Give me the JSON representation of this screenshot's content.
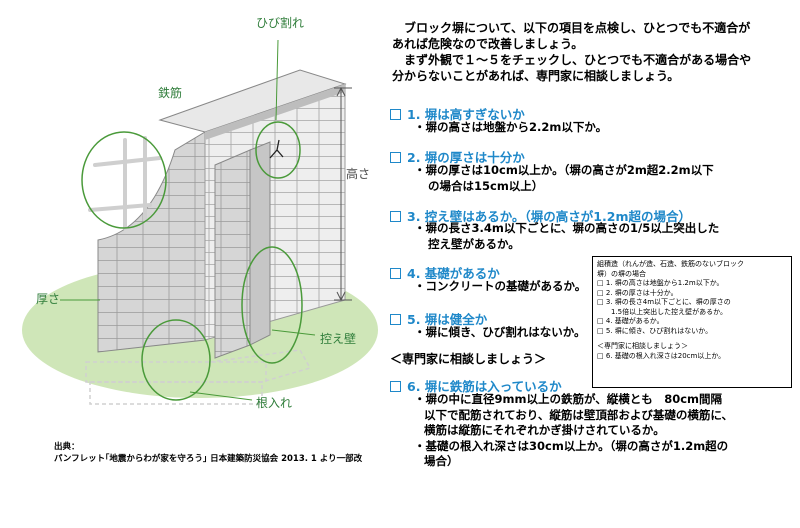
{
  "illustration": {
    "labels": {
      "rebar": "鉄筋",
      "crack": "ひび割れ",
      "height": "高さ",
      "thickness": "厚さ",
      "buttress": "控え壁",
      "embedment": "根入れ"
    }
  },
  "intro": {
    "line1": "ブロック塀について、以下の項目を点検し、ひとつでも不適合が",
    "line2": "あれば危険なので改善しましょう。",
    "line3": "まず外観で１～５をチェックし、ひとつでも不適合がある場合や",
    "line4": "分からないことがあれば、専門家に相談しましょう。"
  },
  "checklist": [
    {
      "heading": "1. 塀は高すぎないか",
      "lines": [
        "・塀の高さは地盤から2.2m以下か。"
      ]
    },
    {
      "heading": "2. 塀の厚さは十分か",
      "lines": [
        "・塀の厚さは10cm以上か。（塀の高さが2m超2.2m以下",
        "の場合は15cm以上）"
      ]
    },
    {
      "heading": "3. 控え壁はあるか。（塀の高さが1.2m超の場合）",
      "lines": [
        "・塀の長さ3.4m以下ごとに、塀の高さの1/5以上突出した",
        "控え壁があるか。"
      ]
    },
    {
      "heading": "4. 基礎があるか",
      "lines": [
        "・コンクリートの基礎があるか。"
      ]
    },
    {
      "heading": "5. 塀は健全か",
      "lines": [
        "・塀に傾き、ひび割れはないか。"
      ]
    }
  ],
  "consult_heading": "＜専門家に相談しましょう＞",
  "item6": {
    "heading": "6. 塀に鉄筋は入っているか",
    "lines": [
      "・塀の中に直径9mm以上の鉄筋が、縦横とも　80cm間隔",
      "以下で配筋されており、縦筋は壁頂部および基礎の横筋に、",
      "横筋は縦筋にそれぞれかぎ掛けされているか。",
      "・基礎の根入れ深さは30cm以上か。（塀の高さが1.2m超の",
      "場合）"
    ]
  },
  "masonry_box": {
    "title1": "組積造（れんが造、石造、鉄筋のないブロック",
    "title2": "塀）の塀の場合",
    "items": [
      "□ 1. 塀の高さは地盤から1.2m以下か。",
      "□ 2. 塀の厚さは十分か。",
      "□ 3. 塀の長さ4m以下ごとに、塀の厚さの",
      "　　1.5倍以上突出した控え壁があるか。",
      "□ 4. 基礎があるか。",
      "□ 5. 塀に傾き、ひび割れはないか。"
    ],
    "consult": "＜専門家に相談しましょう＞",
    "item6": "□ 6. 基礎の根入れ深さは20cm以上か。"
  },
  "source": {
    "label": "出典：",
    "text": "パンフレット｢地震からわが家を守ろう｣ 日本建築防災協会  2013. 1 より一部改"
  },
  "colors": {
    "accent_blue": "#1f88c9",
    "ellipse_green": "#cfe6b8",
    "circle_green": "#4a9a3a"
  }
}
